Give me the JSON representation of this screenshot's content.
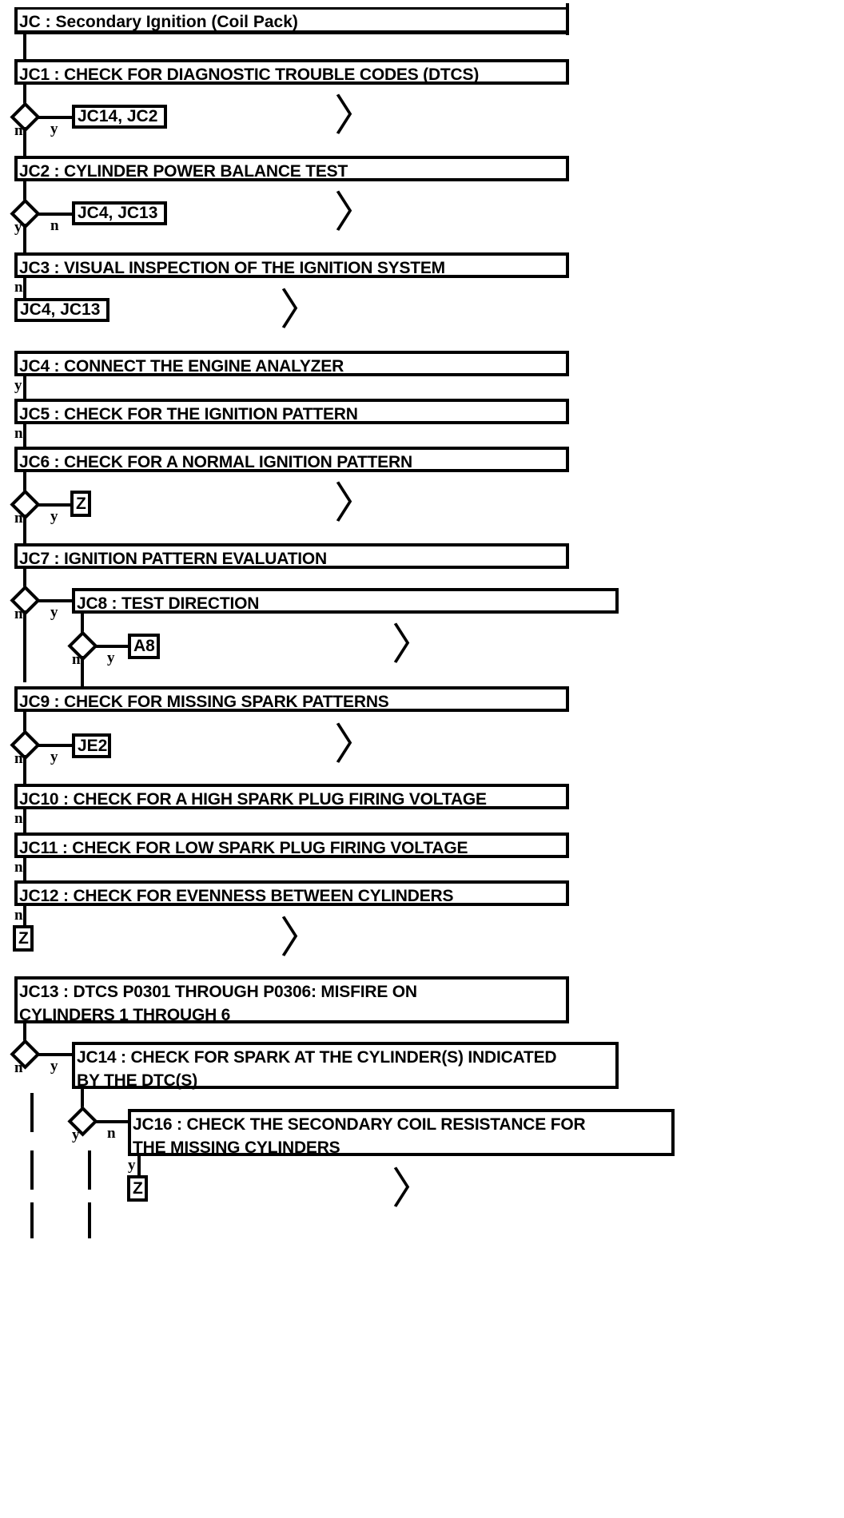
{
  "diagram": {
    "type": "flowchart",
    "title": "JC : Secondary Ignition (Coil Pack)",
    "domain": "automotive-diagnostic-troubleshooting-tree",
    "branch_label_yes": "y",
    "branch_label_no": "n",
    "chevron_glyph": "〉",
    "nodes": [
      {
        "id": "title",
        "kind": "title",
        "label": "JC : Secondary Ignition (Coil Pack)"
      },
      {
        "id": "JC1",
        "kind": "process",
        "label": "JC1 : CHECK FOR DIAGNOSTIC TROUBLE CODES (DTCS)"
      },
      {
        "id": "d1",
        "kind": "decision",
        "yes": "y",
        "no": "n",
        "yes_side": "right",
        "target": "JC14, JC2"
      },
      {
        "id": "JC2",
        "kind": "process",
        "label": "JC2 : CYLINDER POWER BALANCE TEST"
      },
      {
        "id": "d2",
        "kind": "decision",
        "yes": "y",
        "no": "n",
        "yes_side": "left",
        "target": "JC4, JC13"
      },
      {
        "id": "JC3",
        "kind": "process",
        "label": "JC3 : VISUAL INSPECTION OF THE IGNITION SYSTEM"
      },
      {
        "id": "r3",
        "kind": "ref",
        "label": "JC4, JC13",
        "edge": "n"
      },
      {
        "id": "JC4",
        "kind": "process",
        "label": "JC4 : CONNECT THE ENGINE ANALYZER",
        "edge": "y"
      },
      {
        "id": "JC5",
        "kind": "process",
        "label": "JC5 : CHECK FOR THE IGNITION PATTERN",
        "edge": "n"
      },
      {
        "id": "JC6",
        "kind": "process",
        "label": "JC6 : CHECK FOR A NORMAL IGNITION PATTERN",
        "edge": "n"
      },
      {
        "id": "d6",
        "kind": "decision",
        "yes": "y",
        "no": "n",
        "yes_side": "right",
        "target": "Z"
      },
      {
        "id": "JC7",
        "kind": "process",
        "label": "JC7 : IGNITION PATTERN EVALUATION"
      },
      {
        "id": "d7",
        "kind": "decision",
        "yes": "y",
        "no": "n",
        "yes_side": "right",
        "target": "JC8 : TEST DIRECTION"
      },
      {
        "id": "JC8",
        "kind": "process",
        "label": "JC8 : TEST DIRECTION"
      },
      {
        "id": "d8",
        "kind": "decision",
        "yes": "y",
        "no": "n",
        "yes_side": "right",
        "target": "A8"
      },
      {
        "id": "JC9",
        "kind": "process",
        "label": "JC9 : CHECK FOR MISSING SPARK PATTERNS"
      },
      {
        "id": "d9",
        "kind": "decision",
        "yes": "y",
        "no": "n",
        "yes_side": "right",
        "target": "JE2"
      },
      {
        "id": "JC10",
        "kind": "process",
        "label": "JC10 : CHECK FOR A HIGH SPARK PLUG FIRING VOLTAGE",
        "edge": "n"
      },
      {
        "id": "JC11",
        "kind": "process",
        "label": "JC11 : CHECK FOR LOW SPARK PLUG FIRING VOLTAGE",
        "edge": "n"
      },
      {
        "id": "JC12",
        "kind": "process",
        "label": "JC12 : CHECK FOR EVENNESS BETWEEN CYLINDERS",
        "edge": "n"
      },
      {
        "id": "r12",
        "kind": "ref",
        "label": "Z",
        "edge": "n"
      },
      {
        "id": "JC13",
        "kind": "process",
        "label": "JC13 : DTCS P0301 THROUGH P0306: MISFIRE ON\nCYLINDERS 1 THROUGH 6"
      },
      {
        "id": "d13",
        "kind": "decision",
        "yes": "y",
        "no": "n",
        "yes_side": "right",
        "target": "JC14 : CHECK FOR SPARK AT THE CYLINDER(S) INDICATED BY THE DTC(S)"
      },
      {
        "id": "JC14",
        "kind": "process",
        "label": "JC14 : CHECK FOR SPARK AT THE CYLINDER(S) INDICATED\nBY THE DTC(S)"
      },
      {
        "id": "d14",
        "kind": "decision",
        "yes": "y",
        "no": "n",
        "yes_side": "left",
        "target": "JC16 : CHECK THE SECONDARY COIL RESISTANCE FOR THE MISSING CYLINDERS"
      },
      {
        "id": "JC16",
        "kind": "process",
        "label": "JC16 : CHECK THE SECONDARY COIL RESISTANCE FOR\nTHE MISSING CYLINDERS"
      },
      {
        "id": "r16",
        "kind": "ref",
        "label": "Z",
        "edge": "y"
      }
    ],
    "labels": {
      "title": "JC : Secondary Ignition (Coil Pack)",
      "JC1": "JC1 : CHECK FOR DIAGNOSTIC TROUBLE CODES (DTCS)",
      "ref_jc14_jc2": "JC14, JC2",
      "JC2": "JC2 : CYLINDER POWER BALANCE TEST",
      "ref_jc4_jc13_a": "JC4, JC13",
      "JC3": "JC3 : VISUAL INSPECTION OF THE IGNITION SYSTEM",
      "ref_jc4_jc13_b": "JC4, JC13",
      "JC4": "JC4 : CONNECT THE ENGINE ANALYZER",
      "JC5": "JC5 : CHECK FOR THE IGNITION PATTERN",
      "JC6": "JC6 : CHECK FOR A NORMAL IGNITION PATTERN",
      "ref_z_1": "Z",
      "JC7": "JC7 : IGNITION PATTERN EVALUATION",
      "JC8": "JC8 : TEST DIRECTION",
      "ref_a8": "A8",
      "JC9": "JC9 : CHECK FOR MISSING SPARK PATTERNS",
      "ref_je2": "JE2",
      "JC10": "JC10 : CHECK FOR A HIGH SPARK PLUG FIRING VOLTAGE",
      "JC11": "JC11 : CHECK FOR LOW SPARK PLUG FIRING VOLTAGE",
      "JC12": "JC12 : CHECK FOR EVENNESS BETWEEN CYLINDERS",
      "ref_z_2": "Z",
      "JC13_line1": "JC13 : DTCS P0301 THROUGH P0306: MISFIRE ON",
      "JC13_line2": "CYLINDERS 1 THROUGH 6",
      "JC13": "JC13 : DTCS P0301 THROUGH P0306: MISFIRE ON\nCYLINDERS 1 THROUGH 6",
      "JC14": "JC14 : CHECK FOR SPARK AT THE CYLINDER(S) INDICATED\nBY THE DTC(S)",
      "JC16": "JC16 : CHECK THE SECONDARY COIL RESISTANCE FOR\nTHE MISSING CYLINDERS",
      "ref_z_3": "Z"
    },
    "edge_labels": {
      "d1_n": "n",
      "d1_y": "y",
      "d2_y": "y",
      "d2_n": "n",
      "jc3_n": "n",
      "jc4_y": "y",
      "jc5_n": "n",
      "d6_n": "n",
      "d6_y": "y",
      "d7_n": "n",
      "d7_y": "y",
      "d8_n": "n",
      "d8_y": "y",
      "d9_n": "n",
      "d9_y": "y",
      "jc10_n": "n",
      "jc11_n": "n",
      "jc12_n": "n",
      "d13_n": "n",
      "d13_y": "y",
      "d14_y": "y",
      "d14_n": "n",
      "jc16_y": "y"
    },
    "chevrons": {
      "glyph": "〉",
      "count": 8
    },
    "colors": {
      "ink": "#000000",
      "paper": "#ffffff"
    }
  }
}
